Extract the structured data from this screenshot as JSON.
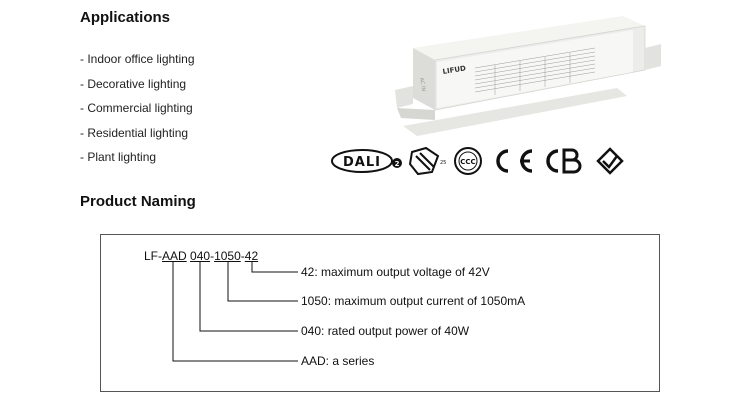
{
  "applications": {
    "title": "Applications",
    "items": [
      "- Indoor office lighting",
      "- Decorative lighting",
      "- Commercial lighting",
      "- Residential lighting",
      "- Plant lighting"
    ]
  },
  "product_image": {
    "brand": "LIFUD",
    "side_label": "AC IN"
  },
  "certifications": [
    "DALI 2",
    "ENEC 25",
    "CCC",
    "CE",
    "CB",
    "RCM"
  ],
  "naming": {
    "title": "Product Naming",
    "code": {
      "prefix": "LF-",
      "series": "AAD",
      "power": "040",
      "current": "1050",
      "voltage": "42",
      "sep": "-"
    },
    "descriptions": [
      "42: maximum output voltage of 42V",
      "1050: maximum output current of 1050mA",
      "040: rated output power of 40W",
      "AAD: a series"
    ]
  }
}
